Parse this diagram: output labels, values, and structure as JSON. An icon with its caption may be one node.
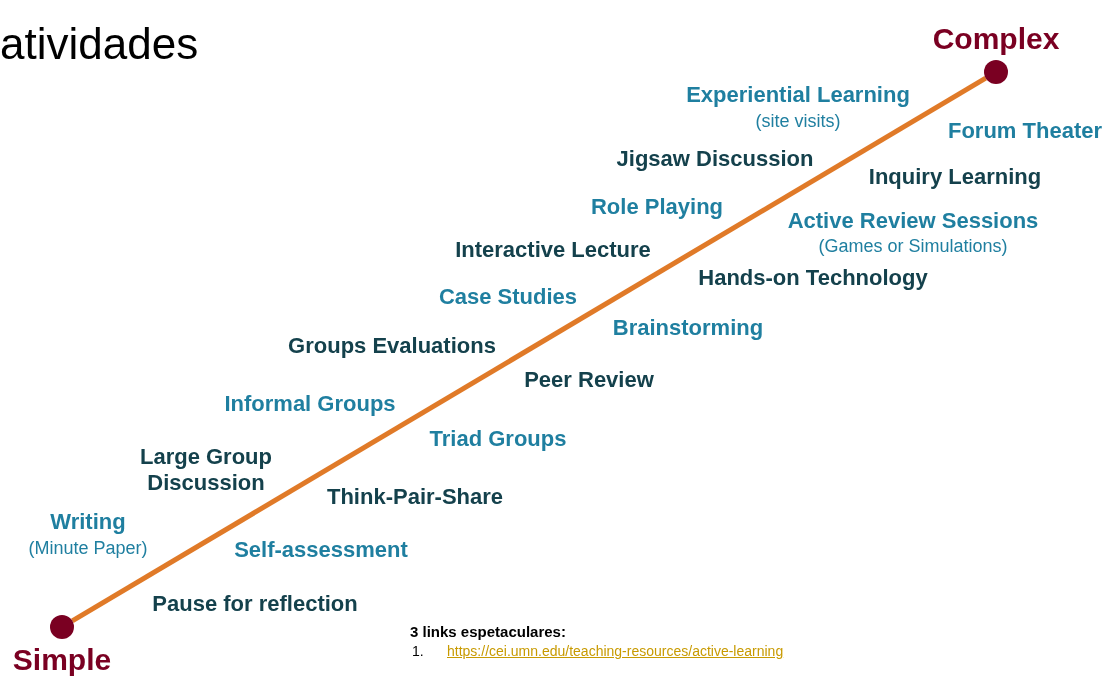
{
  "diagram": {
    "title": "atividades",
    "nodes": [
      {
        "text": [
          "Simple"
        ]
      },
      {
        "text": [
          "Complex"
        ]
      }
    ],
    "edges": [
      {
        "from": 0,
        "to": 1,
        "arrow": "none"
      }
    ],
    "labels": [
      "Experiential Learning",
      "(site visits)",
      "Forum Theater",
      "Jigsaw Discussion",
      "Inquiry Learning",
      "Role Playing",
      "Active Review Sessions",
      "(Games or Simulations)",
      "Interactive Lecture",
      "Hands-on Technology",
      "Case Studies",
      "Brainstorming",
      "Groups Evaluations",
      "Peer Review",
      "Informal Groups",
      "Triad Groups",
      "Large Group Discussion",
      "Think-Pair-Share",
      "Writing",
      "(Minute Paper)",
      "Self-assessment",
      "Pause for reflection",
      "3 links espetaculares:",
      "1.",
      "https://cei.umn.edu/teaching-resources/active-learning"
    ]
  }
}
